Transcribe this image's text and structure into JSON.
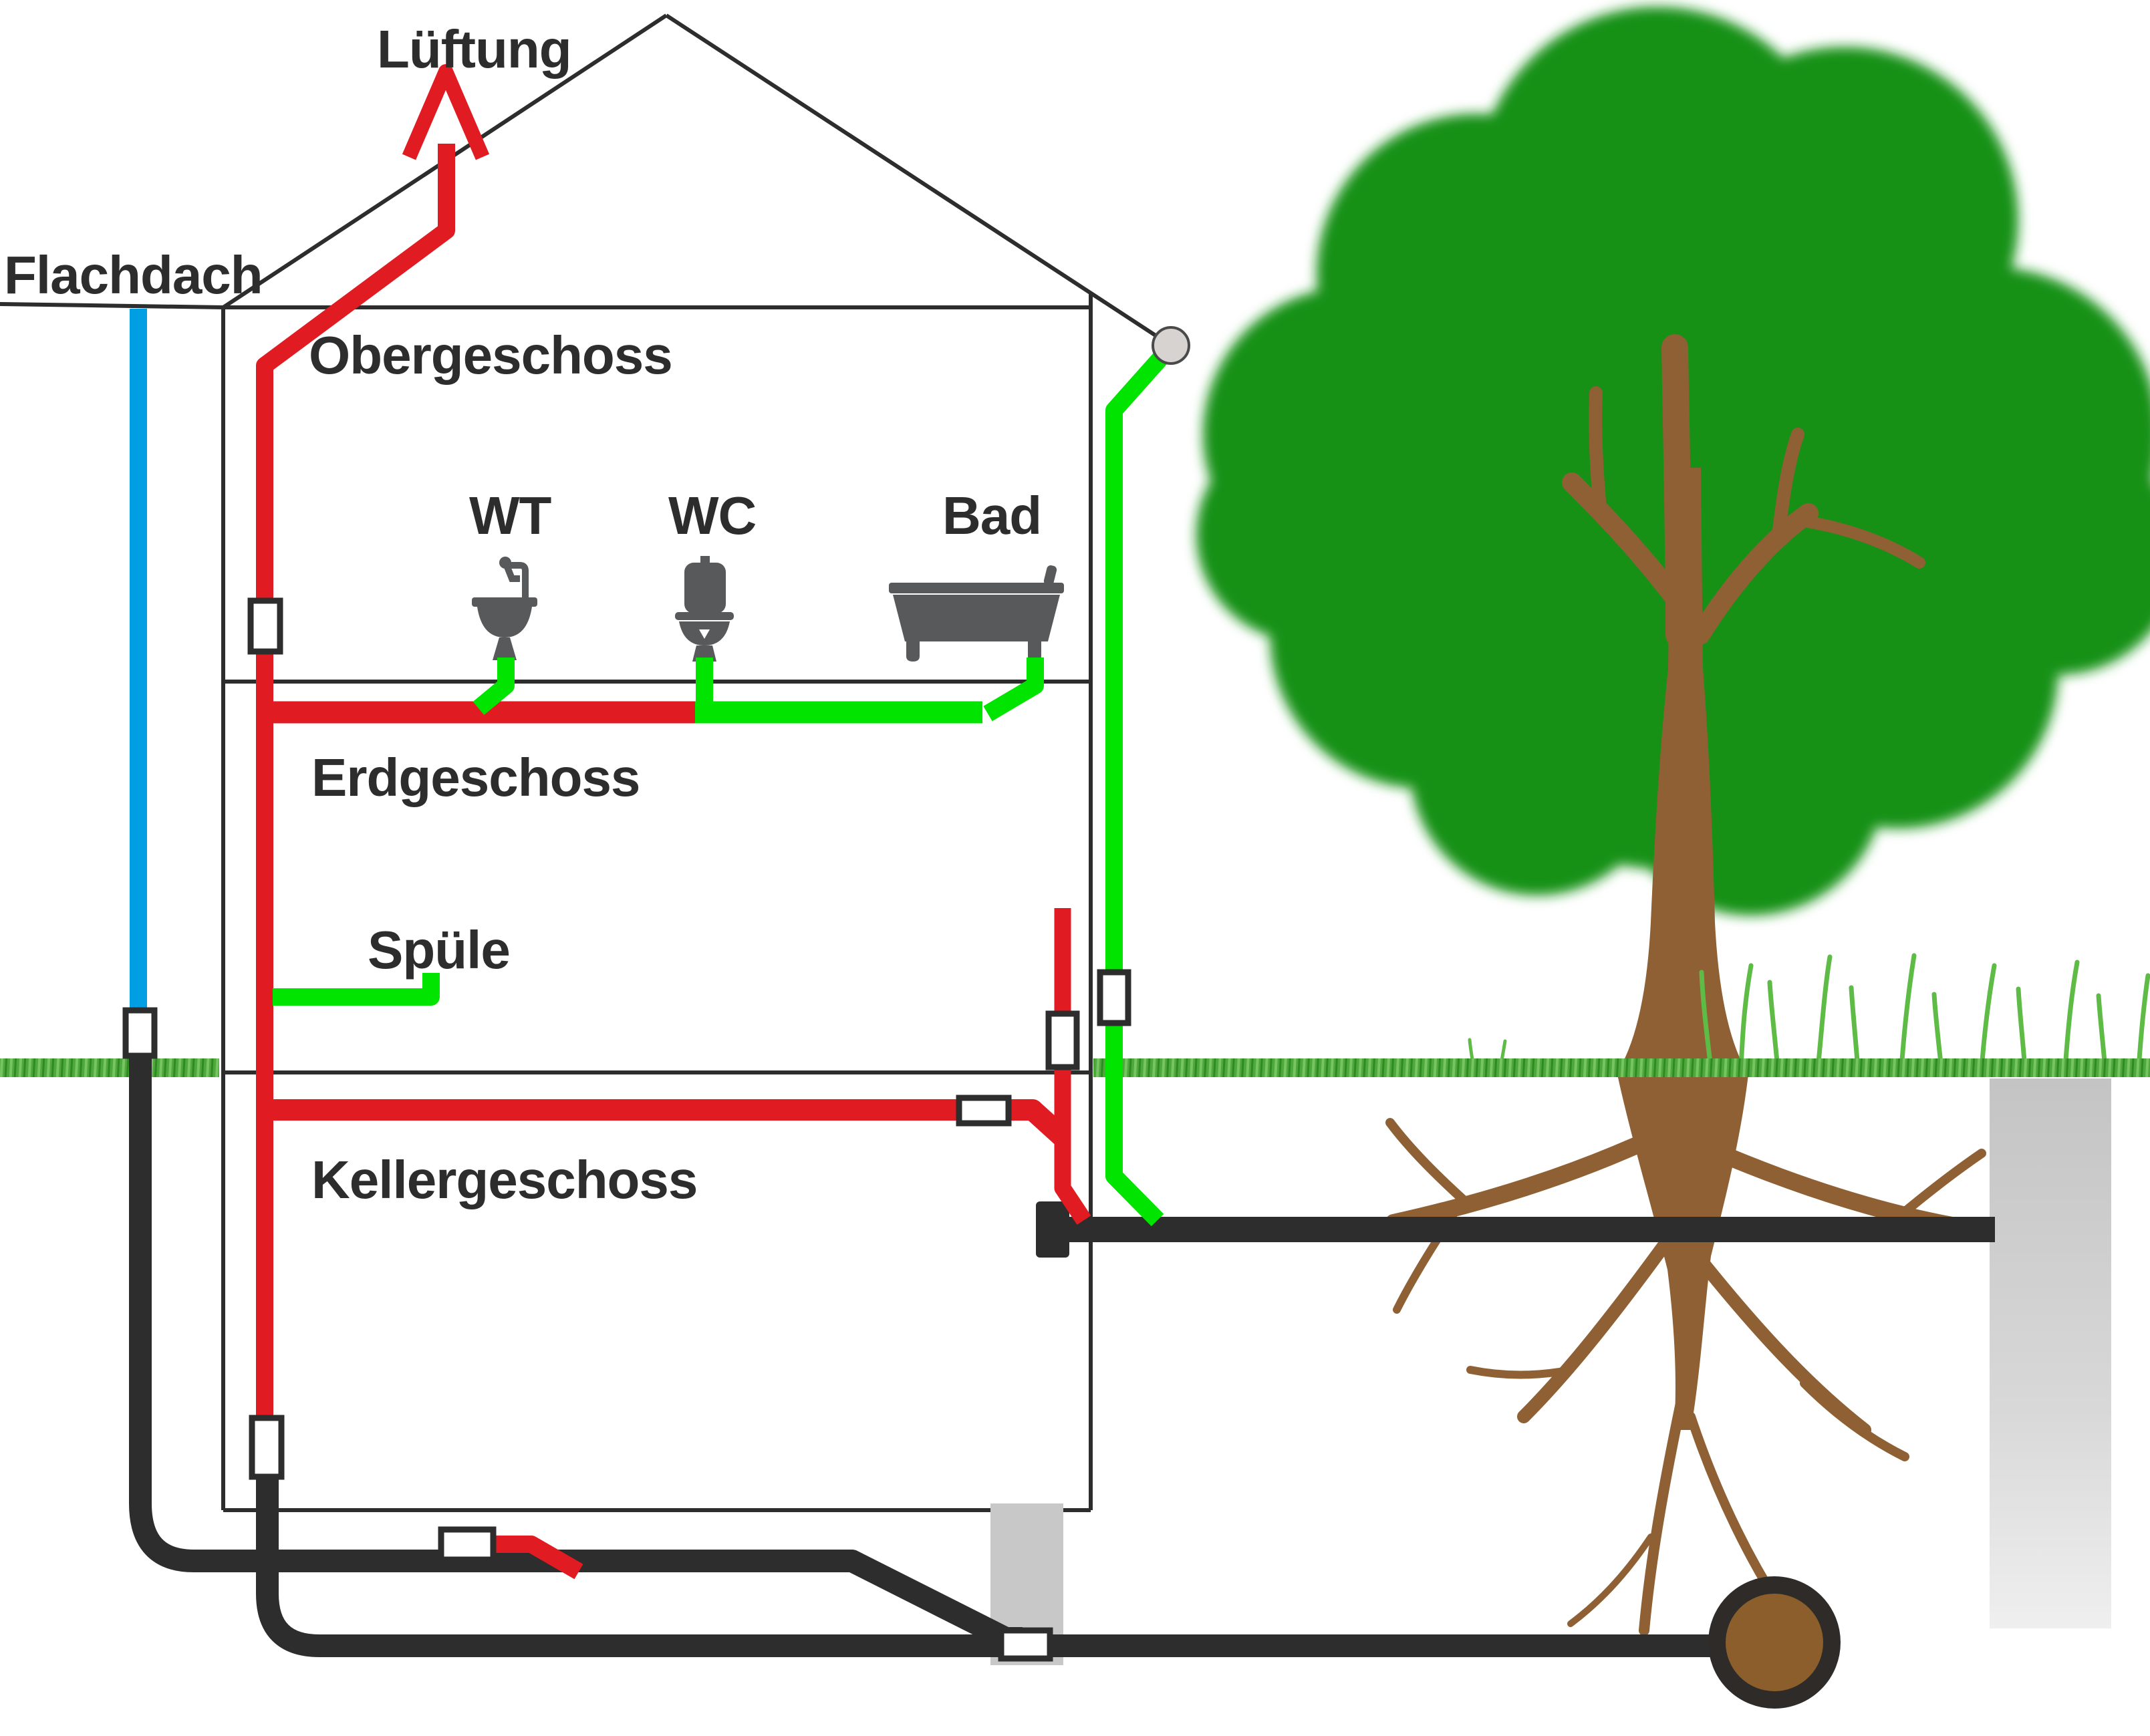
{
  "labels": {
    "vent": "Lüftung",
    "flat_roof": "Flachdach",
    "upper_floor": "Obergeschoss",
    "washbasin": "WT",
    "toilet": "WC",
    "bath": "Bad",
    "ground_floor": "Erdgeschoss",
    "sink": "Spüle",
    "basement": "Kellergeschoss"
  },
  "colors": {
    "waste_vent_pipe_red": "#E11B22",
    "fixture_drain_green": "#00E400",
    "rainwater_pipe_blue": "#009FE3",
    "sewer_pipe_black": "#2D2D2D",
    "house_outline": "#2D2D2D",
    "fixture_gray": "#58595B",
    "tree_canopy_green": "#149114",
    "tree_trunk_brown": "#8E6033",
    "sewer_junction_fill": "#8B5E2B",
    "eaves_drain_circle_gray": "#D6D3D0",
    "inspection_shaft_gray": "#C8C8C8",
    "grass_green": "#4EA83C",
    "label_text": "#2D2D2D"
  }
}
